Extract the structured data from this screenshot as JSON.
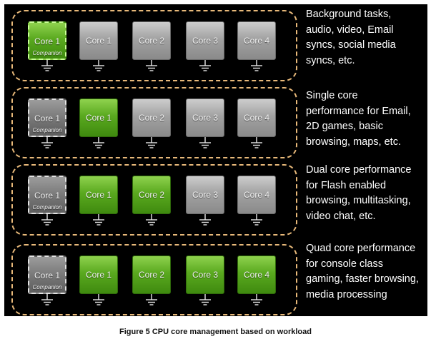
{
  "caption": "Figure 5 CPU core management based on workload",
  "colors": {
    "active_core": "#5aa91f",
    "inactive_core": "#a2a2a2",
    "frame": "#e8b97a",
    "background": "#000000"
  },
  "rows": [
    {
      "description": "Background tasks,\naudio, video, Email\nsyncs, social media\nsyncs, etc.",
      "cores": [
        {
          "label": "Core 1",
          "sublabel": "Companion",
          "active": true
        },
        {
          "label": "Core 1",
          "active": false
        },
        {
          "label": "Core 2",
          "active": false
        },
        {
          "label": "Core 3",
          "active": false
        },
        {
          "label": "Core 4",
          "active": false
        }
      ]
    },
    {
      "description": "Single core\nperformance for Email,\n2D games, basic\nbrowsing, maps, etc.",
      "cores": [
        {
          "label": "Core 1",
          "sublabel": "Companion",
          "active": false
        },
        {
          "label": "Core 1",
          "active": true
        },
        {
          "label": "Core 2",
          "active": false
        },
        {
          "label": "Core 3",
          "active": false
        },
        {
          "label": "Core 4",
          "active": false
        }
      ]
    },
    {
      "description": "Dual core performance\nfor Flash enabled\nbrowsing, multitasking,\nvideo chat, etc.",
      "cores": [
        {
          "label": "Core 1",
          "sublabel": "Companion",
          "active": false
        },
        {
          "label": "Core 1",
          "active": true
        },
        {
          "label": "Core 2",
          "active": true
        },
        {
          "label": "Core 3",
          "active": false
        },
        {
          "label": "Core 4",
          "active": false
        }
      ]
    },
    {
      "description": "Quad core performance\nfor console class\ngaming, faster browsing,\nmedia processing",
      "cores": [
        {
          "label": "Core 1",
          "sublabel": "Companion",
          "active": false
        },
        {
          "label": "Core 1",
          "active": true
        },
        {
          "label": "Core 2",
          "active": true
        },
        {
          "label": "Core 3",
          "active": true
        },
        {
          "label": "Core 4",
          "active": true
        }
      ]
    }
  ]
}
